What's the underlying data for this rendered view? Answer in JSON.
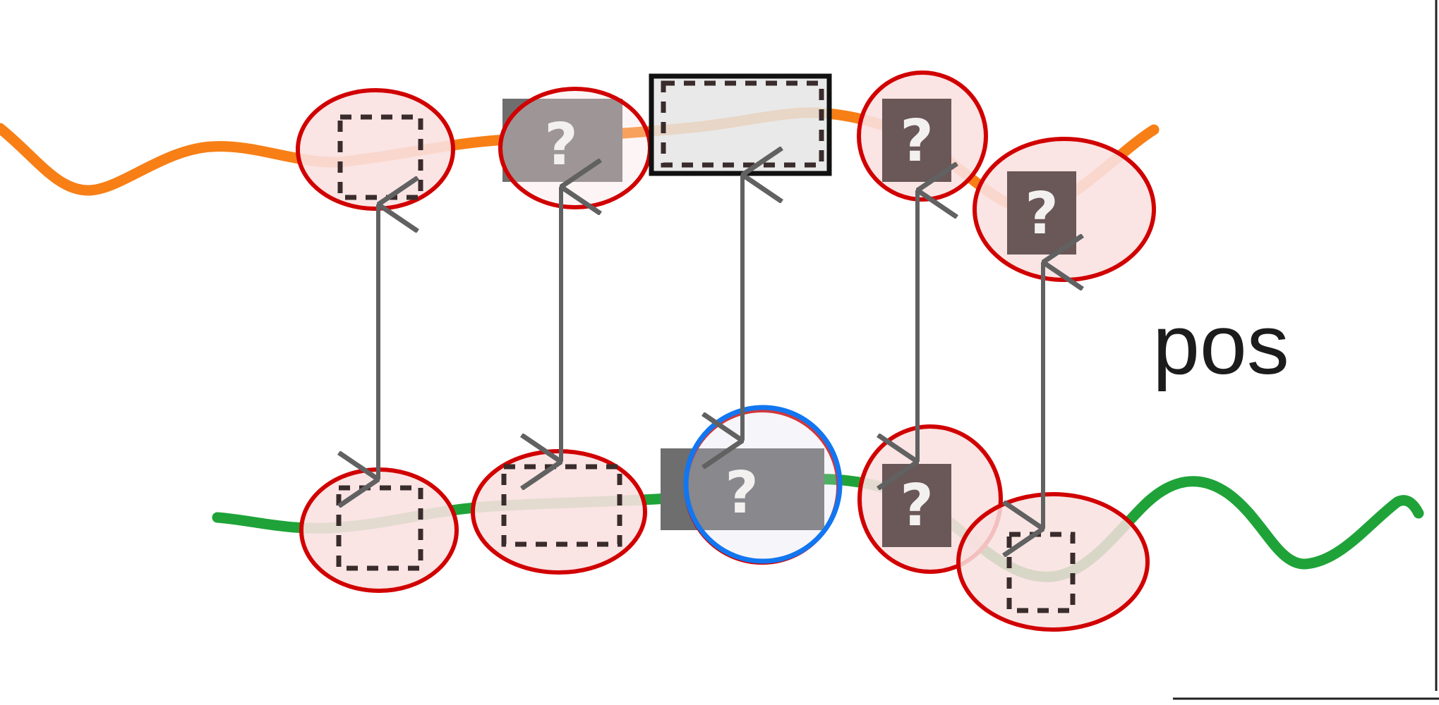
{
  "label": "pos",
  "unknown_symbol": "?",
  "colors": {
    "top_curve": "#f77f16",
    "bottom_curve": "#1fa339",
    "highlight_ring": "#d10000",
    "highlight_fill": "#f9e1e1",
    "selected_ring": "#1276f0",
    "selected_fill": "#dcd8e8",
    "token_fill": "#5a4a4a",
    "token_shadow": "#6e6e6e",
    "arrow": "#616161",
    "dashed_box": "#3a2c2c",
    "bold_box_fill": "#e5e5e5",
    "bold_box_stroke": "#111111",
    "frame_line": "#222222"
  },
  "top_row": [
    {
      "kind": "empty"
    },
    {
      "kind": "unknown"
    },
    {
      "kind": "gap_box"
    },
    {
      "kind": "unknown"
    },
    {
      "kind": "unknown"
    }
  ],
  "bottom_row": [
    {
      "kind": "empty"
    },
    {
      "kind": "empty"
    },
    {
      "kind": "unknown",
      "selected": true
    },
    {
      "kind": "unknown"
    },
    {
      "kind": "empty"
    }
  ],
  "arrow_icon": "double-arrow-icon"
}
